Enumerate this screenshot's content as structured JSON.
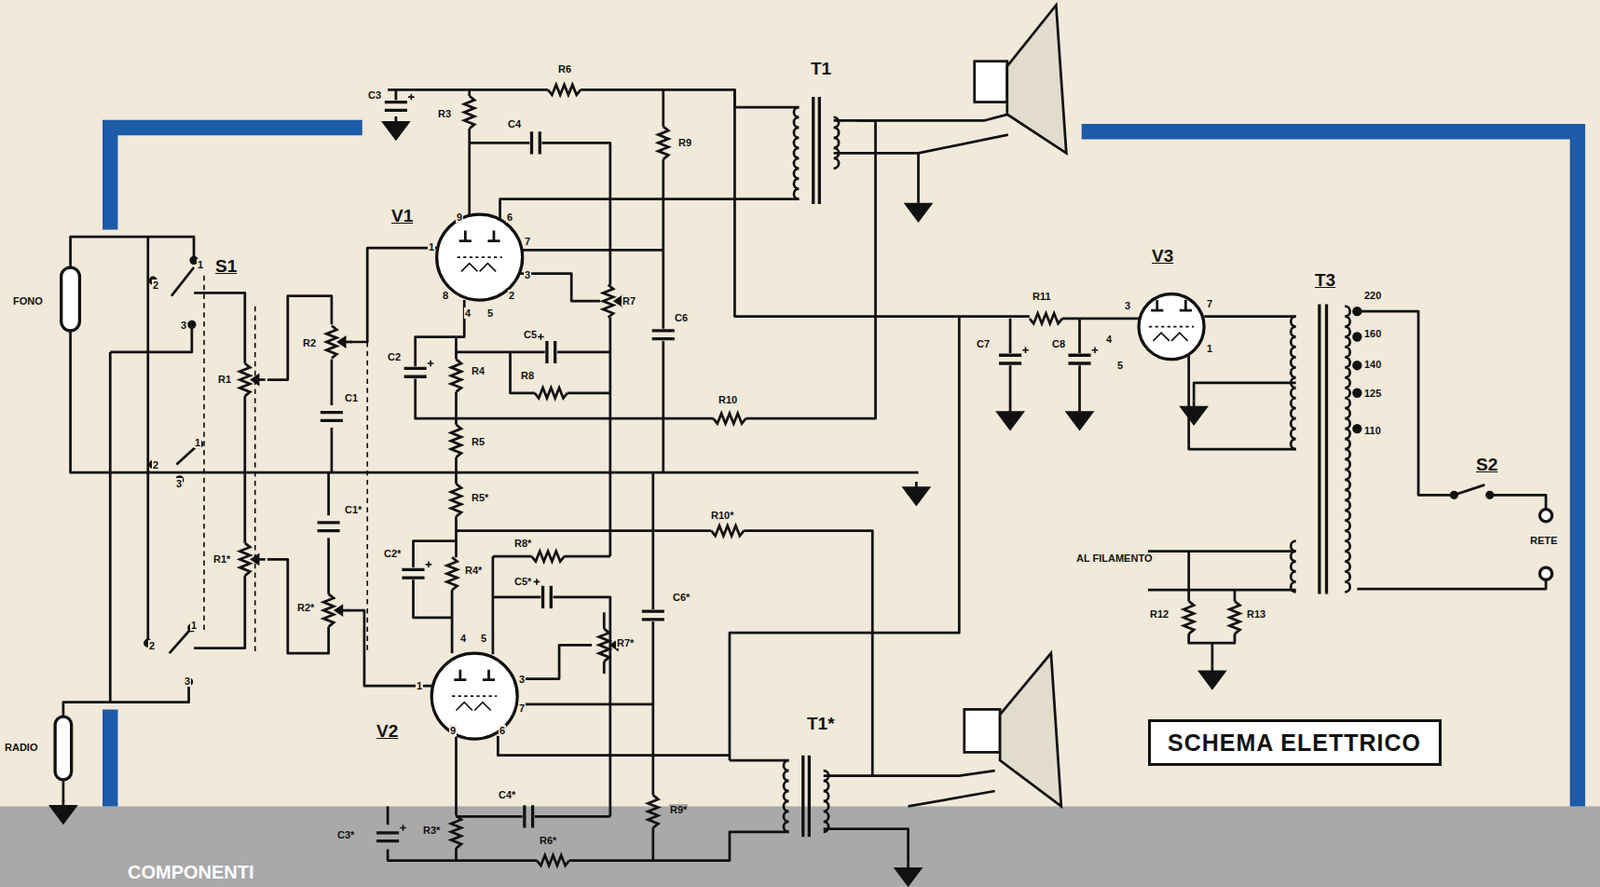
{
  "diagram": {
    "nodes": [
      {
        "text": [
          "SCHEMA ELETTRICO"
        ]
      },
      {
        "text": [
          "COMPONENTI"
        ]
      }
    ],
    "labels": [
      "FONO",
      "S1",
      "1",
      "2",
      "3",
      "1",
      "2",
      "3",
      "1",
      "2",
      "3",
      "RADIO",
      "R1",
      "R2",
      "C1",
      "C1*",
      "R1*",
      "R2*",
      "C3",
      "R3",
      "C4",
      "R6",
      "R9",
      "T1",
      "V1",
      "9",
      "6",
      "1",
      "7",
      "3",
      "8",
      "4",
      "5",
      "2",
      "C2",
      "R4",
      "C5",
      "R8",
      "R7",
      "C6",
      "R10",
      "R5",
      "R5*",
      "C2*",
      "R4*",
      "R8*",
      "C5*",
      "C6*",
      "R7*",
      "R10*",
      "4",
      "5",
      "1",
      "3",
      "7",
      "9",
      "6",
      "V2",
      "C3*",
      "R3*",
      "C4*",
      "R6*",
      "R9*",
      "T1*",
      "V3",
      "3",
      "7",
      "4",
      "5",
      "1",
      "R11",
      "C7",
      "C8",
      "T3",
      "220",
      "160",
      "140",
      "125",
      "110",
      "S2",
      "RETE",
      "AL FILAMENTO",
      "R12",
      "R13"
    ]
  }
}
